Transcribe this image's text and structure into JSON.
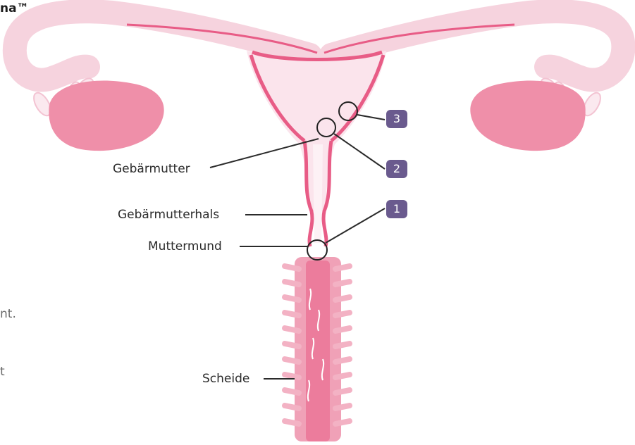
{
  "brand": "na™",
  "side_text": {
    "line1": "nt.",
    "line2": "t"
  },
  "labels": {
    "uterus": "Gebärmutter",
    "cervix": "Gebärmutterhals",
    "cervical_os": "Muttermund",
    "vagina": "Scheide"
  },
  "markers": [
    "1",
    "2",
    "3"
  ],
  "colors": {
    "tissue_pink": "#e85c86",
    "light_pink": "#f6d3de",
    "ovary_pink": "#ef8fa9",
    "marker_purple": "#6a5a8e"
  }
}
